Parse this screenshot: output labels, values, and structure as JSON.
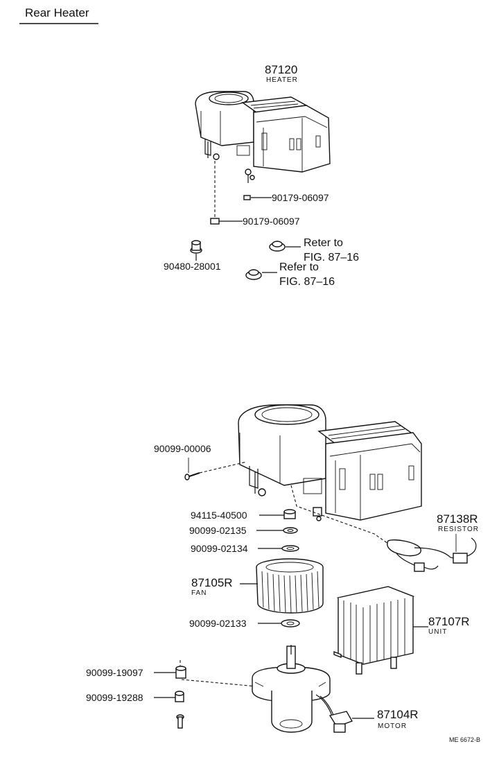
{
  "title": "Rear Heater",
  "top": {
    "heater": {
      "number": "87120",
      "name": "HEATER"
    },
    "nut_a": "90179-06097",
    "nut_b": "90179-06097",
    "grommet": "90480-28001",
    "refer1": {
      "line1": "Reter to",
      "line2": "FIG. 87–16"
    },
    "refer2": {
      "line1": "Refer to",
      "line2": "FIG. 87–16"
    }
  },
  "bottom": {
    "screw": "90099-00006",
    "nut": "94115-40500",
    "washer1": "90099-02135",
    "washer2": "90099-02134",
    "fan": {
      "number": "87105R",
      "name": "FAN"
    },
    "washer3": "90099-02133",
    "resistor": {
      "number": "87138R",
      "name": "RESISTOR"
    },
    "unit": {
      "number": "87107R",
      "name": "UNIT"
    },
    "bush": "90099-19097",
    "clip": "90099-19288",
    "motor": {
      "number": "87104R",
      "name": "MOTOR"
    }
  },
  "figure_code": "ME 6672-B"
}
